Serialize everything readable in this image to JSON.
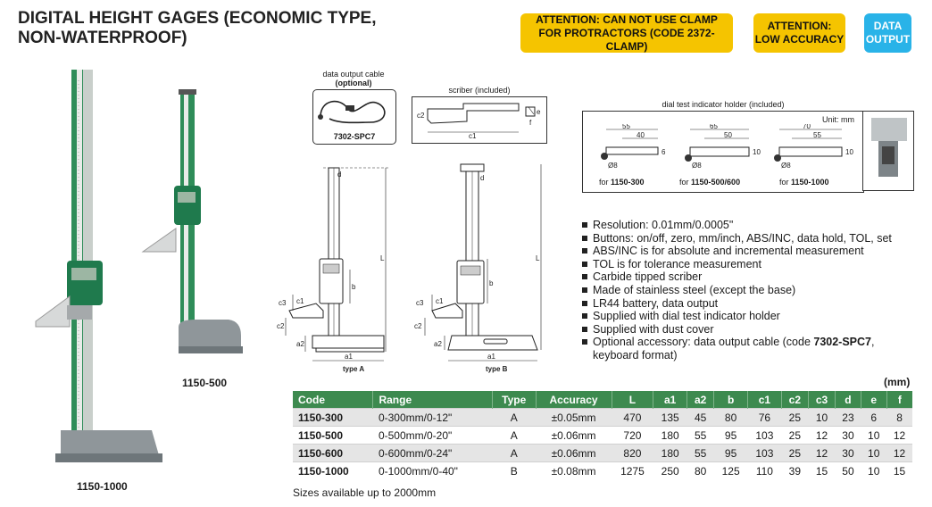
{
  "title": {
    "line1": "DIGITAL HEIGHT GAGES (ECONOMIC TYPE,",
    "line2": "NON-WATERPROOF)"
  },
  "badges": {
    "clamp_line1": "ATTENTION: CAN NOT USE CLAMP",
    "clamp_line2": "FOR PROTRACTORS (CODE 2372-CLAMP)",
    "accuracy_line1": "ATTENTION:",
    "accuracy_line2": "LOW ACCURACY",
    "data_line1": "DATA",
    "data_line2": "OUTPUT",
    "colors": {
      "yellow": "#f5c400",
      "blue": "#29b3e8"
    }
  },
  "products": {
    "large_label": "1150-1000",
    "small_label": "1150-500"
  },
  "cable": {
    "label": "data output cable",
    "optional": "(optional)",
    "code": "7302-SPC7"
  },
  "scriber": {
    "label": "scriber (included)",
    "c1": "c1",
    "c2": "c2",
    "e": "e",
    "f": "f"
  },
  "holder": {
    "label": "dial test indicator holder (included)",
    "unit": "Unit: mm",
    "items": [
      {
        "top": "55",
        "inner": "40",
        "side": "6",
        "dia": "Ø8",
        "for_prefix": "for ",
        "for_code": "1150-300"
      },
      {
        "top": "65",
        "inner": "50",
        "side": "10",
        "dia": "Ø8",
        "for_prefix": "for ",
        "for_code": "1150-500/600"
      },
      {
        "top": "70",
        "inner": "55",
        "side": "10",
        "dia": "Ø8",
        "for_prefix": "for ",
        "for_code": "1150-1000"
      }
    ]
  },
  "drawings": {
    "type_a": "type A",
    "type_b": "type B",
    "dims": {
      "d": "d",
      "b": "b",
      "c1": "c1",
      "c2": "c2",
      "c3": "c3",
      "a1": "a1",
      "a2": "a2",
      "L": "L"
    }
  },
  "features": [
    "Resolution: 0.01mm/0.0005\"",
    "Buttons: on/off, zero, mm/inch, ABS/INC, data hold, TOL, set",
    "ABS/INC is for absolute and incremental measurement",
    "TOL is for tolerance measurement",
    "Carbide tipped scriber",
    "Made of stainless steel (except the base)",
    "LR44 battery, data output",
    "Supplied with dial test indicator holder",
    "Supplied with dust cover"
  ],
  "optional_accessory": {
    "prefix": "Optional accessory: data output cable (code ",
    "code": "7302-SPC7",
    "suffix": ",",
    "line2": "keyboard format)"
  },
  "table": {
    "unit": "(mm)",
    "headers": [
      "Code",
      "Range",
      "Type",
      "Accuracy",
      "L",
      "a1",
      "a2",
      "b",
      "c1",
      "c2",
      "c3",
      "d",
      "e",
      "f"
    ],
    "rows": [
      [
        "1150-300",
        "0-300mm/0-12\"",
        "A",
        "±0.05mm",
        "470",
        "135",
        "45",
        "80",
        "76",
        "25",
        "10",
        "23",
        "6",
        "8"
      ],
      [
        "1150-500",
        "0-500mm/0-20\"",
        "A",
        "±0.06mm",
        "720",
        "180",
        "55",
        "95",
        "103",
        "25",
        "12",
        "30",
        "10",
        "12"
      ],
      [
        "1150-600",
        "0-600mm/0-24\"",
        "A",
        "±0.06mm",
        "820",
        "180",
        "55",
        "95",
        "103",
        "25",
        "12",
        "30",
        "10",
        "12"
      ],
      [
        "1150-1000",
        "0-1000mm/0-40\"",
        "B",
        "±0.08mm",
        "1275",
        "250",
        "80",
        "125",
        "110",
        "39",
        "15",
        "50",
        "10",
        "15"
      ]
    ],
    "header_color": "#3d8a4f"
  },
  "footnote": "Sizes available up to 2000mm"
}
